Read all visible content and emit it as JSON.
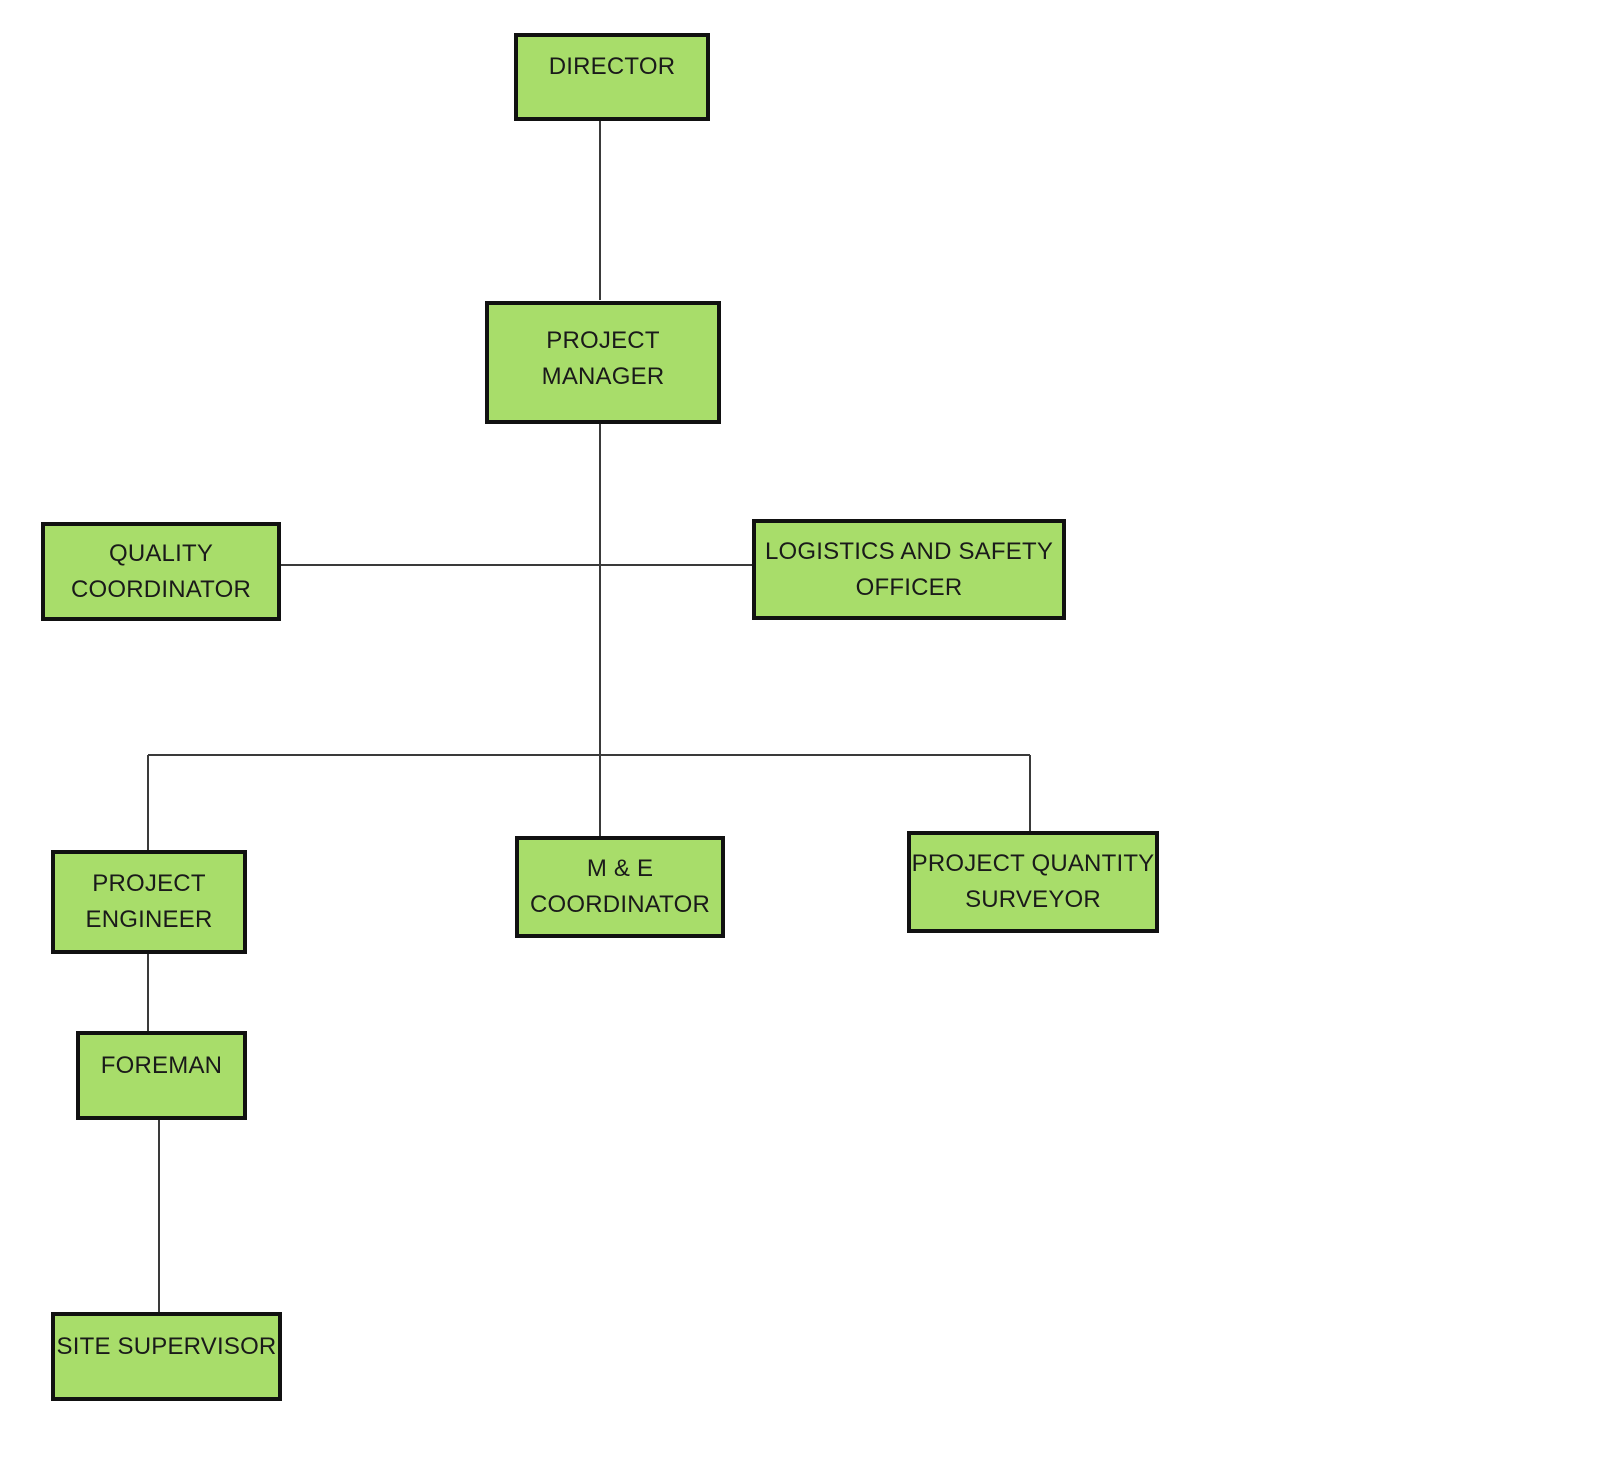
{
  "colors": {
    "box_fill": "#a8dd6a",
    "box_border": "#111111",
    "connector": "#3a3a3a",
    "text": "#1a1a1a"
  },
  "nodes": {
    "director": {
      "lines": [
        "DIRECTOR"
      ]
    },
    "project_manager": {
      "lines": [
        "PROJECT",
        "MANAGER"
      ]
    },
    "quality_coordinator": {
      "lines": [
        "QUALITY",
        "COORDINATOR"
      ]
    },
    "logistics_safety_officer": {
      "lines": [
        "LOGISTICS AND SAFETY",
        "OFFICER"
      ]
    },
    "project_engineer": {
      "lines": [
        "PROJECT",
        "ENGINEER"
      ]
    },
    "me_coordinator": {
      "lines": [
        "M & E",
        "COORDINATOR"
      ]
    },
    "project_quantity_surveyor": {
      "lines": [
        "PROJECT QUANTITY",
        "SURVEYOR"
      ]
    },
    "foreman": {
      "lines": [
        "FOREMAN"
      ]
    },
    "site_supervisor": {
      "lines": [
        "SITE SUPERVISOR"
      ]
    }
  }
}
